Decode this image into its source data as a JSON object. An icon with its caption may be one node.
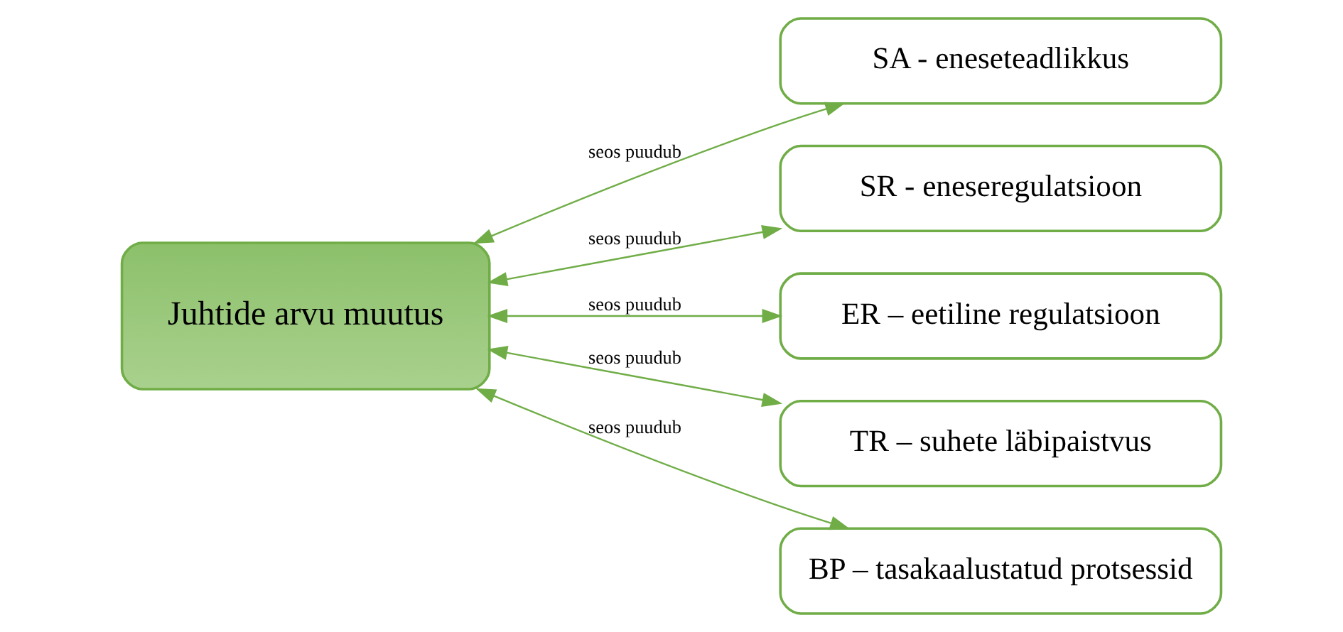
{
  "diagram": {
    "nodes": [
      {
        "text": [
          "Juhtide arvu muutus"
        ]
      },
      {
        "text": [
          "SA - eneseteadlikkus"
        ]
      },
      {
        "text": [
          "SR - eneseregulatsioon"
        ]
      },
      {
        "text": [
          "ER – eetiline regulatsioon"
        ]
      },
      {
        "text": [
          "TR – suhete läbipaistvus"
        ]
      },
      {
        "text": [
          "BP – tasakaalustatud protsessid"
        ]
      }
    ],
    "edges": [
      {
        "from": 0,
        "to": 1,
        "arrow": "both",
        "label": "seos puudub"
      },
      {
        "from": 0,
        "to": 2,
        "arrow": "both",
        "label": "seos puudub"
      },
      {
        "from": 0,
        "to": 3,
        "arrow": "both",
        "label": "seos puudub"
      },
      {
        "from": 0,
        "to": 4,
        "arrow": "both",
        "label": "seos puudub"
      },
      {
        "from": 0,
        "to": 5,
        "arrow": "both",
        "label": "seos puudub"
      }
    ]
  }
}
